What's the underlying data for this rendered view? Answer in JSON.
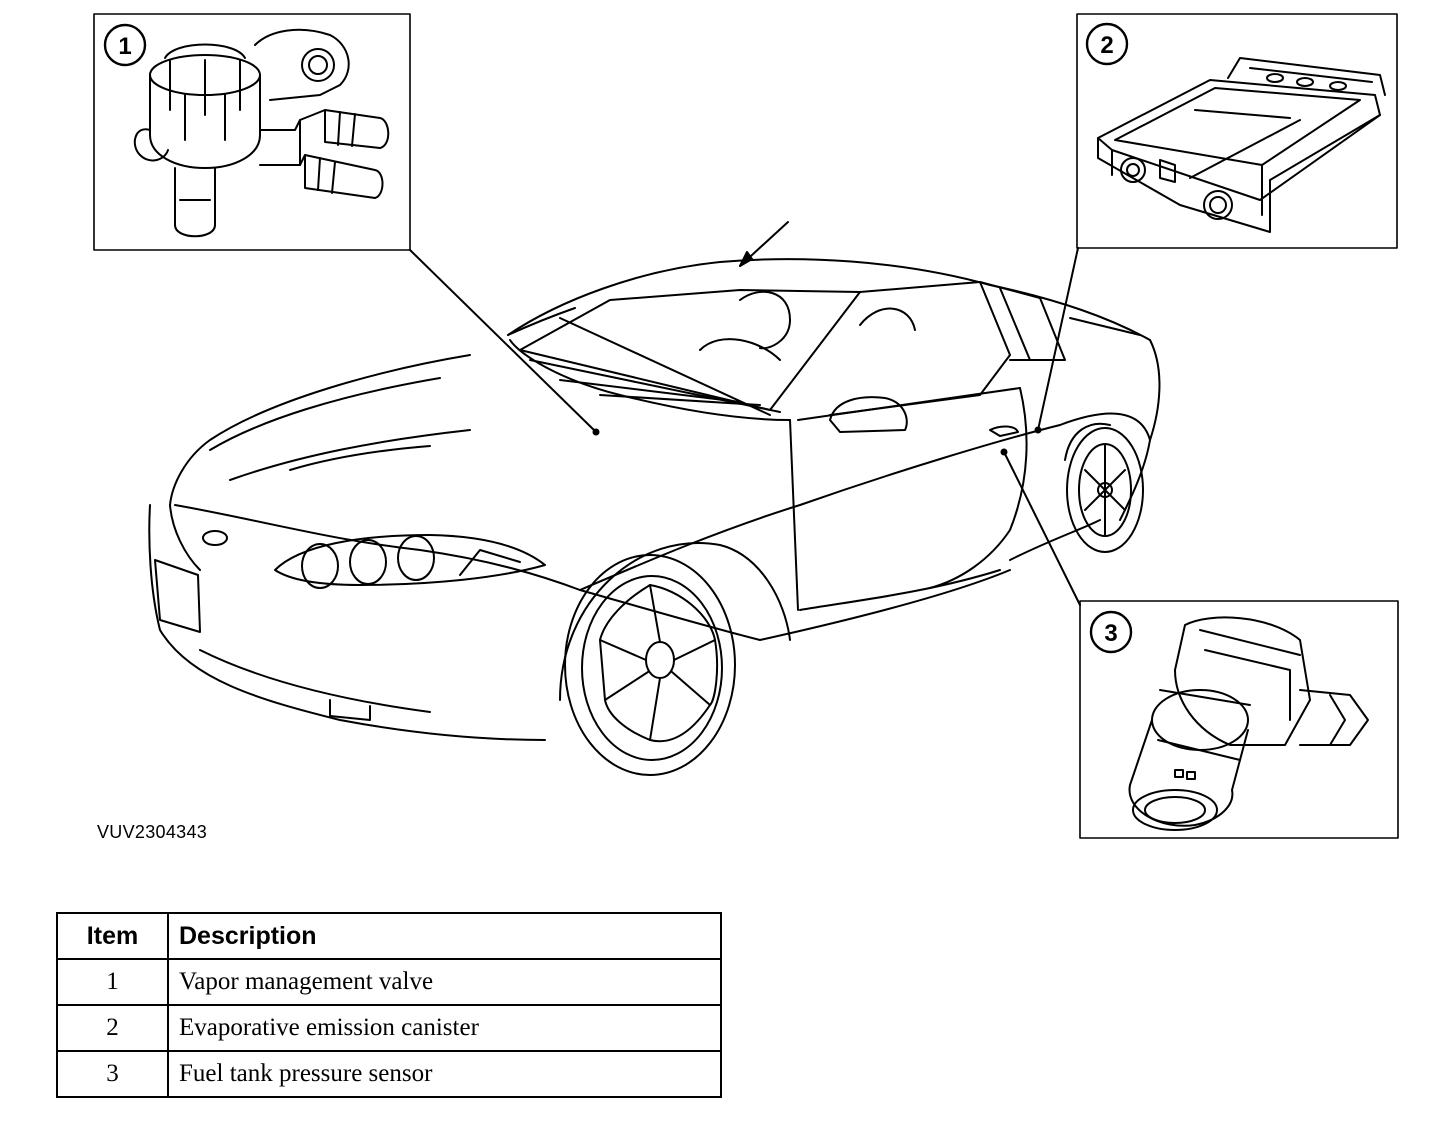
{
  "figure": {
    "code": "VUV2304343",
    "callouts": [
      {
        "number": "1"
      },
      {
        "number": "2"
      },
      {
        "number": "3"
      }
    ]
  },
  "legend": {
    "headers": {
      "item": "Item",
      "description": "Description"
    },
    "rows": [
      {
        "item": "1",
        "description": "Vapor management valve"
      },
      {
        "item": "2",
        "description": "Evaporative emission canister"
      },
      {
        "item": "3",
        "description": "Fuel tank pressure sensor"
      }
    ]
  },
  "colors": {
    "ink": "#000000",
    "paper": "#ffffff"
  }
}
